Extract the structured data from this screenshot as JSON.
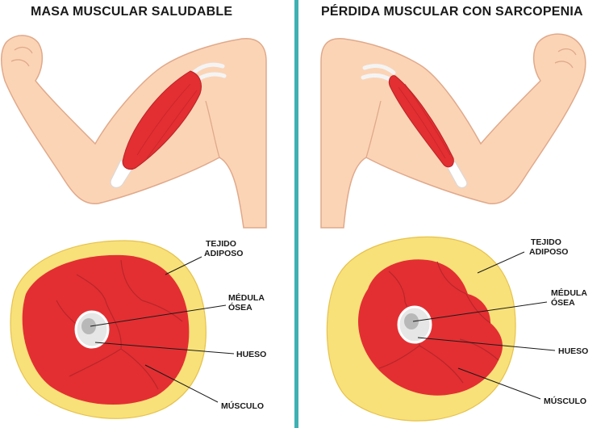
{
  "left_panel": {
    "title": "MASA MUSCULAR SALUDABLE",
    "labels": {
      "tejido_line1": "TEJIDO",
      "tejido_line2": "ADIPOSO",
      "medula_line1": "MÉDULA",
      "medula_line2": "ÓSEA",
      "hueso": "HUESO",
      "musculo": "MÚSCULO"
    }
  },
  "right_panel": {
    "title": "PÉRDIDA MUSCULAR CON SARCOPENIA",
    "labels": {
      "tejido_line1": "TEJIDO",
      "tejido_line2": "ADIPOSO",
      "medula_line1": "MÉDULA",
      "medula_line2": "ÓSEA",
      "hueso": "HUESO",
      "musculo": "MÚSCULO"
    }
  },
  "colors": {
    "skin": "#fbd4b6",
    "skin_outline": "#e0a98a",
    "muscle": "#e32f32",
    "fat": "#f8e179",
    "fat_outline": "#e6c24c",
    "bone": "#e6e6e6",
    "divider": "#3fb0b3"
  }
}
